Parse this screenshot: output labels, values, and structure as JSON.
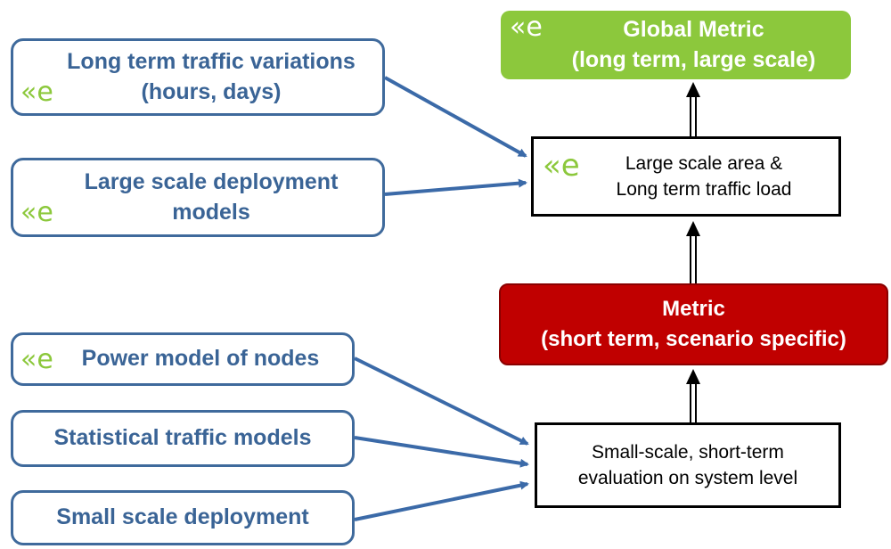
{
  "inputs": {
    "long_term": "Long term traffic variations\n(hours, days)",
    "large_scale": "Large scale deployment\nmodels",
    "power_model": "Power model of nodes",
    "statistical": "Statistical traffic models",
    "small_scale": "Small scale deployment"
  },
  "global_metric": "Global Metric\n(long term, large scale)",
  "large_area": "Large scale area &\nLong term traffic load",
  "metric": "Metric\n(short term, scenario specific)",
  "small_eval": "Small-scale, short-term\nevaluation on system level",
  "logo_glyph": "«e",
  "colors": {
    "input_border": "#3f6a9c",
    "arrow": "#3b6aa8",
    "green": "#8cc83c",
    "red": "#c00000"
  }
}
